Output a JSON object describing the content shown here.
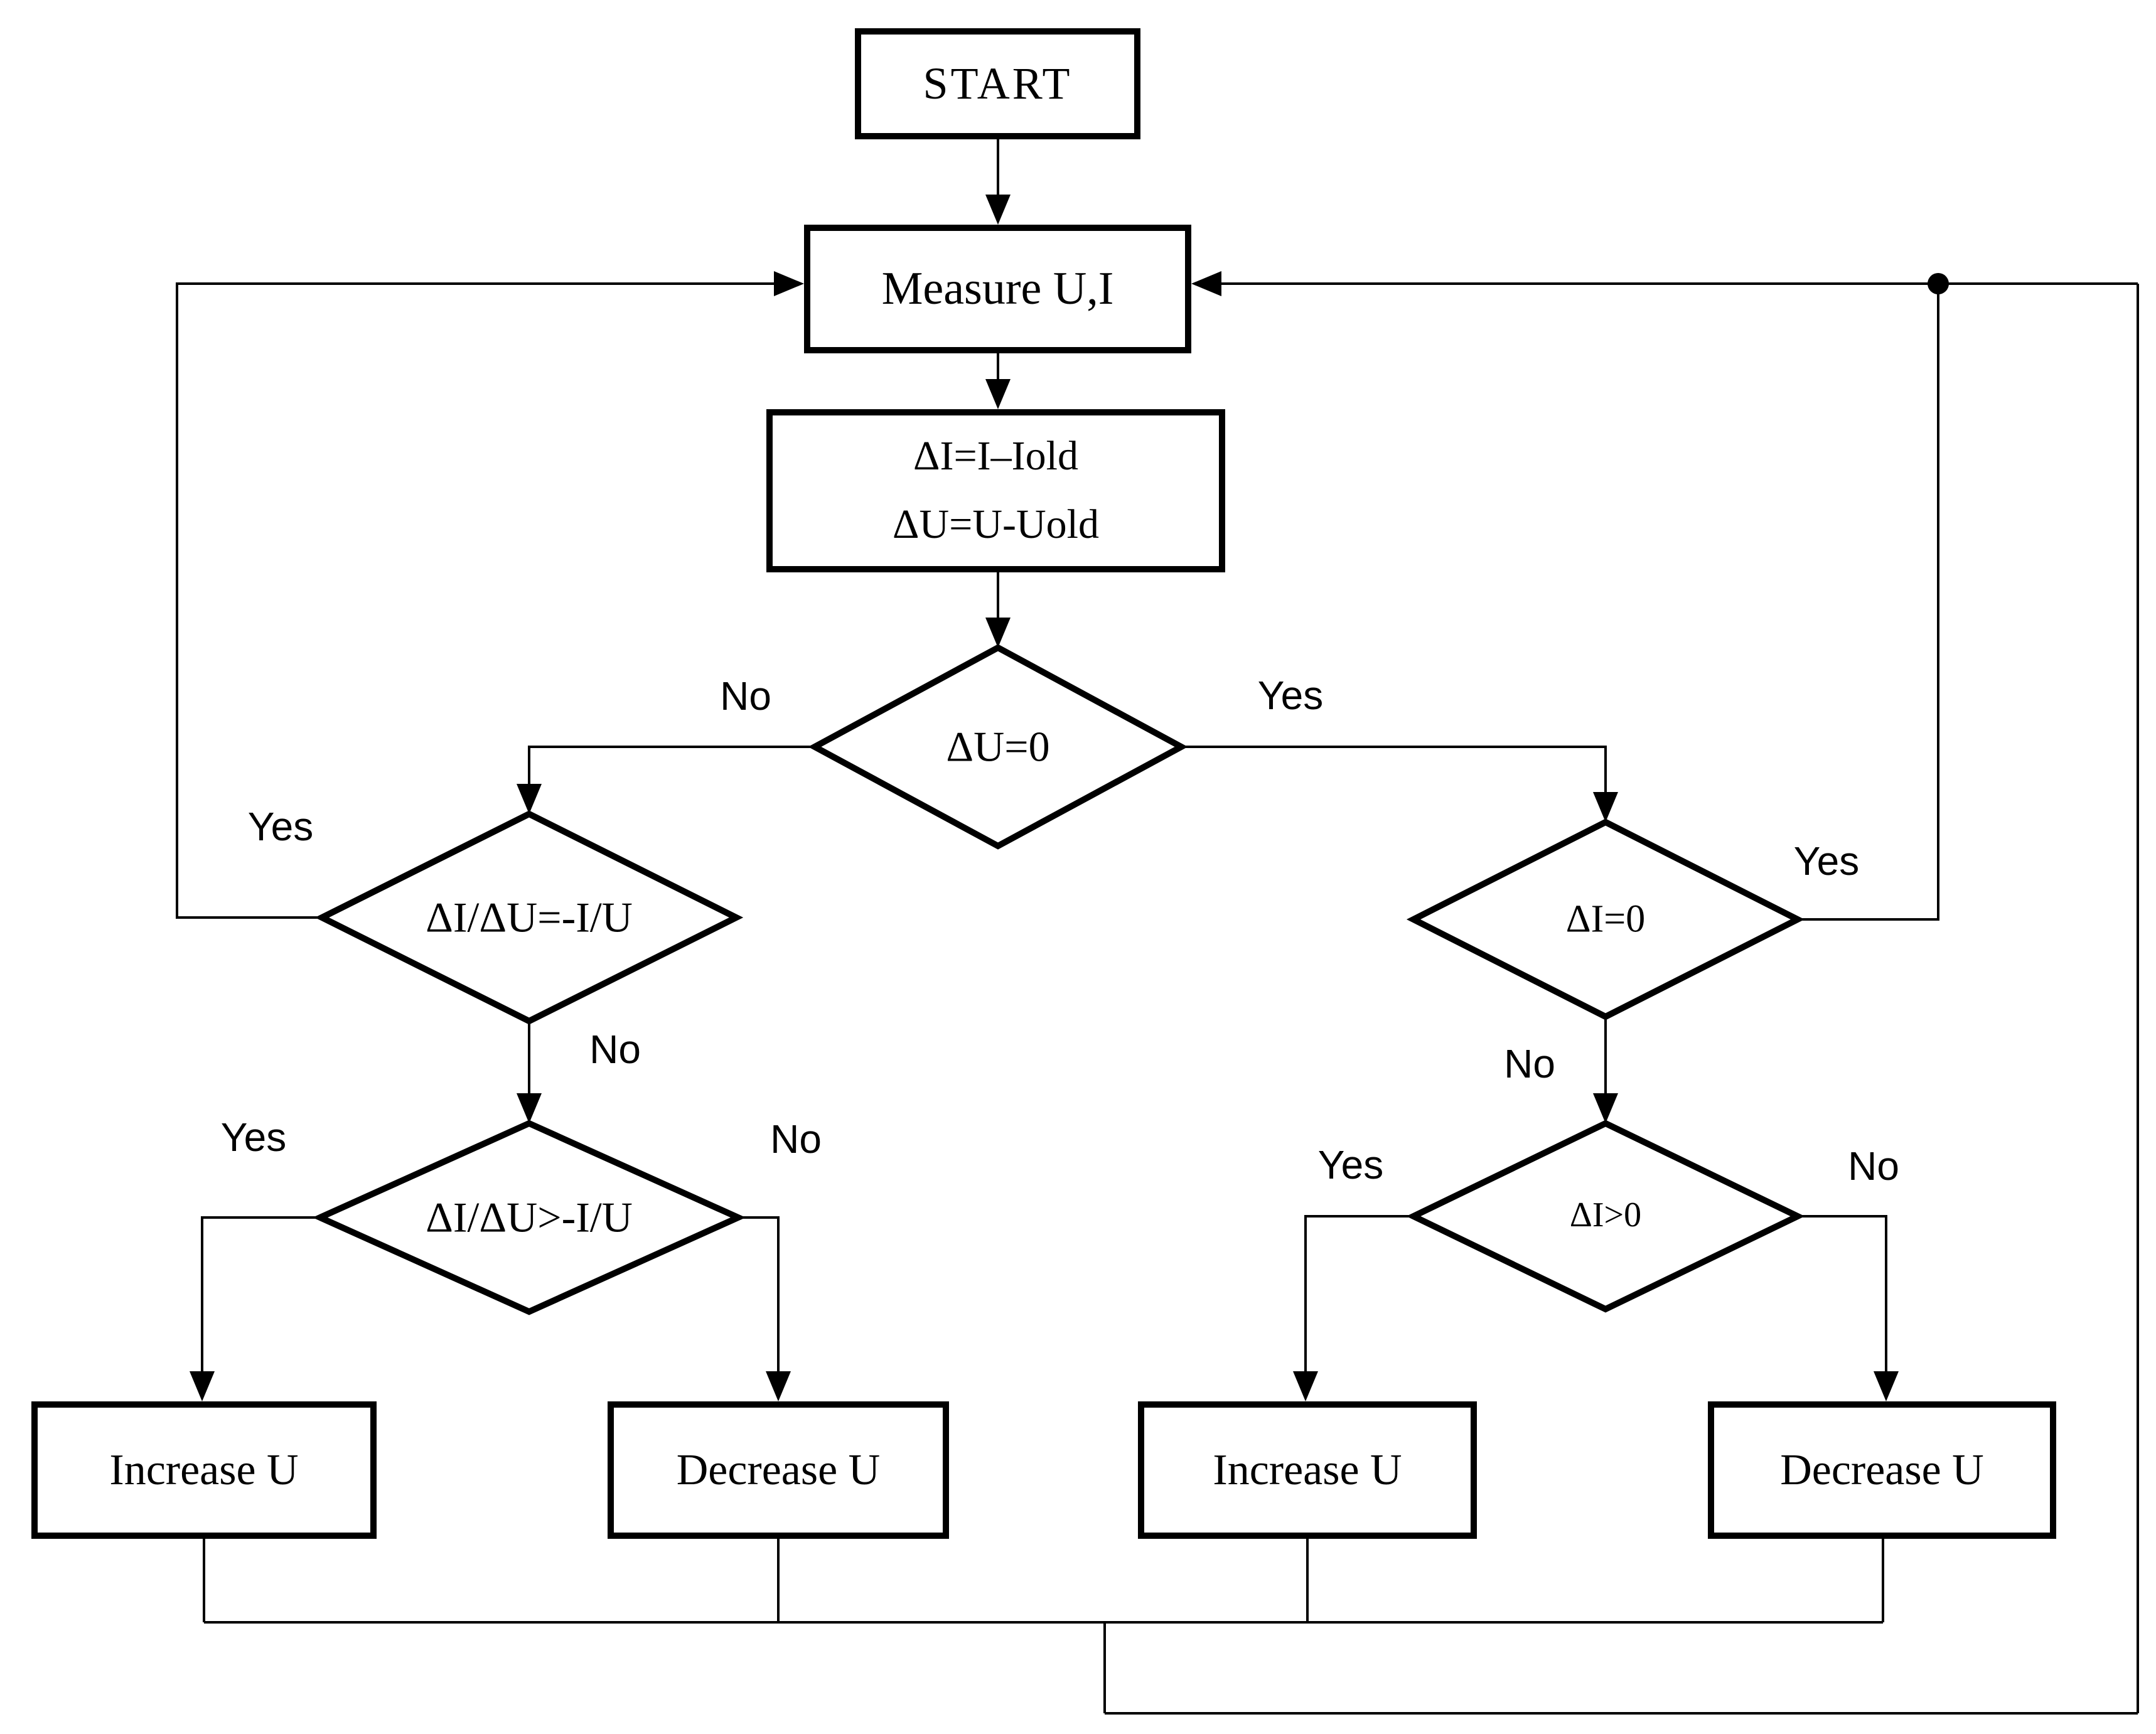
{
  "nodes": {
    "start": {
      "label": "START"
    },
    "measure": {
      "label": "Measure U,I"
    },
    "delta": {
      "line1": "ΔI=I–Iold",
      "line2": "ΔU=U-Uold"
    },
    "du_zero": {
      "label": "ΔU=0"
    },
    "slope_equal": {
      "label": "ΔI/ΔU=-I/U"
    },
    "slope_greater": {
      "label": "ΔI/ΔU>-I/U"
    },
    "di_zero": {
      "label": "ΔI=0"
    },
    "di_greater": {
      "label": "ΔI>0"
    },
    "increase_left": {
      "label": "Increase U"
    },
    "decrease_left": {
      "label": "Decrease U"
    },
    "increase_right": {
      "label": "Increase U"
    },
    "decrease_right": {
      "label": "Decrease U"
    }
  },
  "edge_labels": {
    "du_zero_no": "No",
    "du_zero_yes": "Yes",
    "slope_equal_yes": "Yes",
    "slope_equal_no": "No",
    "slope_greater_yes": "Yes",
    "slope_greater_no": "No",
    "di_zero_yes": "Yes",
    "di_zero_no": "No",
    "di_greater_yes": "Yes",
    "di_greater_no": "No"
  },
  "colors": {
    "line": "#000000",
    "background": "#ffffff"
  }
}
